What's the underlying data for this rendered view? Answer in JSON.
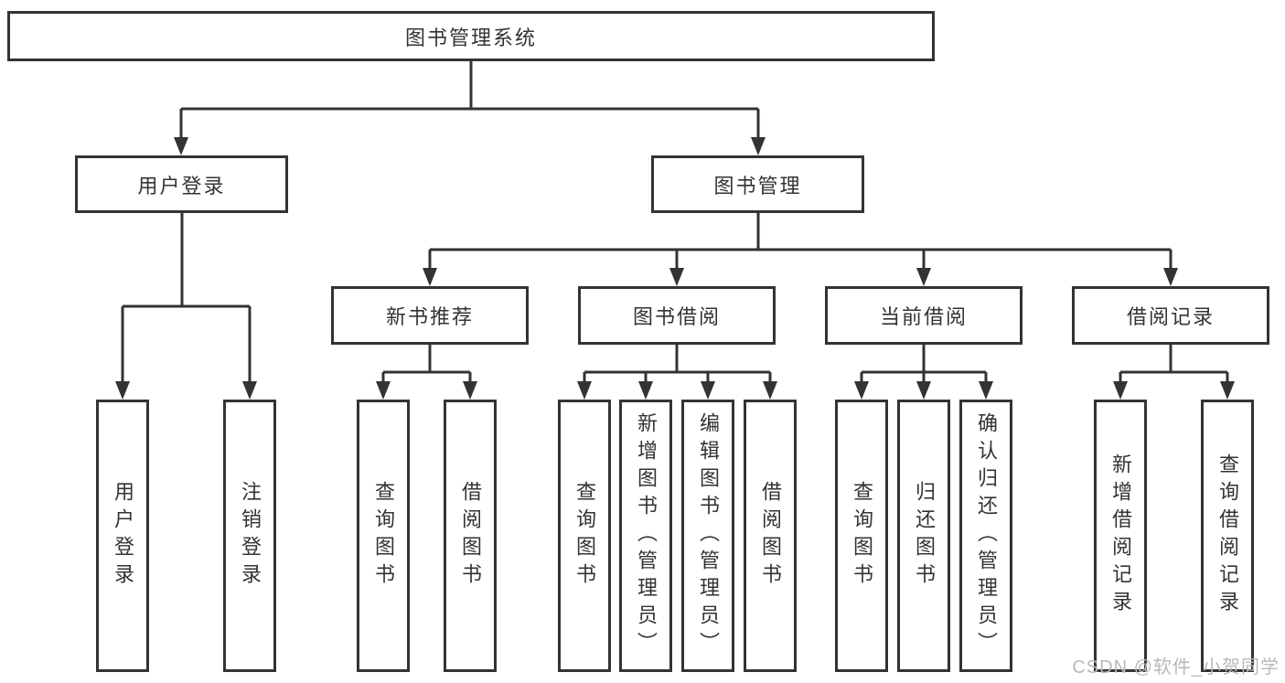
{
  "watermark": {
    "text": "CSDN @软件_小贺同学"
  },
  "colors": {
    "line": "#333333",
    "text": "#333333",
    "box_background": "#ffffff",
    "watermark": "#b9b9b9",
    "page_background": "#ffffff"
  },
  "tree": {
    "label": "图书管理系统",
    "children": [
      {
        "label": "用户登录",
        "children": [
          {
            "label": "用户登录"
          },
          {
            "label": "注销登录"
          }
        ]
      },
      {
        "label": "图书管理",
        "children": [
          {
            "label": "新书推荐",
            "children": [
              {
                "label": "查询图书"
              },
              {
                "label": "借阅图书"
              }
            ]
          },
          {
            "label": "图书借阅",
            "children": [
              {
                "label": "查询图书"
              },
              {
                "label": "新增图书（管理员）"
              },
              {
                "label": "编辑图书（管理员）"
              },
              {
                "label": "借阅图书"
              }
            ]
          },
          {
            "label": "当前借阅",
            "children": [
              {
                "label": "查询图书"
              },
              {
                "label": "归还图书"
              },
              {
                "label": "确认归还（管理员）"
              }
            ]
          },
          {
            "label": "借阅记录",
            "children": [
              {
                "label": "新增借阅记录"
              },
              {
                "label": "查询借阅记录"
              }
            ]
          }
        ]
      }
    ]
  }
}
